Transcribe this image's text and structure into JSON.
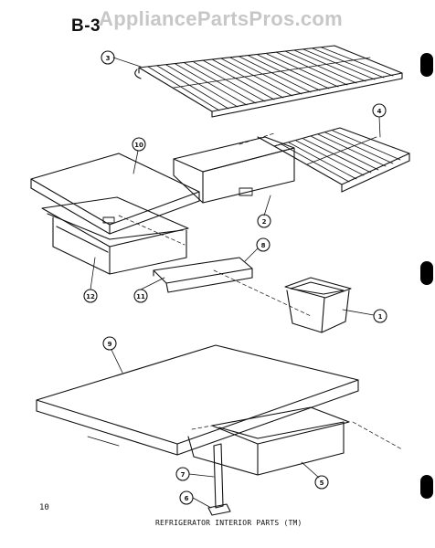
{
  "header": {
    "section_label": "B-3",
    "watermark": "AppliancePartsPros.com"
  },
  "footer": {
    "page_number": "10",
    "caption": "REFRIGERATOR INTERIOR PARTS (TM)"
  },
  "callouts": {
    "c1": "1",
    "c2": "2",
    "c3": "3",
    "c4": "4",
    "c5": "5",
    "c6": "6",
    "c7": "7",
    "c8": "8",
    "c9": "9",
    "c10": "10",
    "c11": "11",
    "c12": "12"
  },
  "colors": {
    "ink": "#111111",
    "watermark": "#c7c7c7",
    "background": "#ffffff"
  }
}
